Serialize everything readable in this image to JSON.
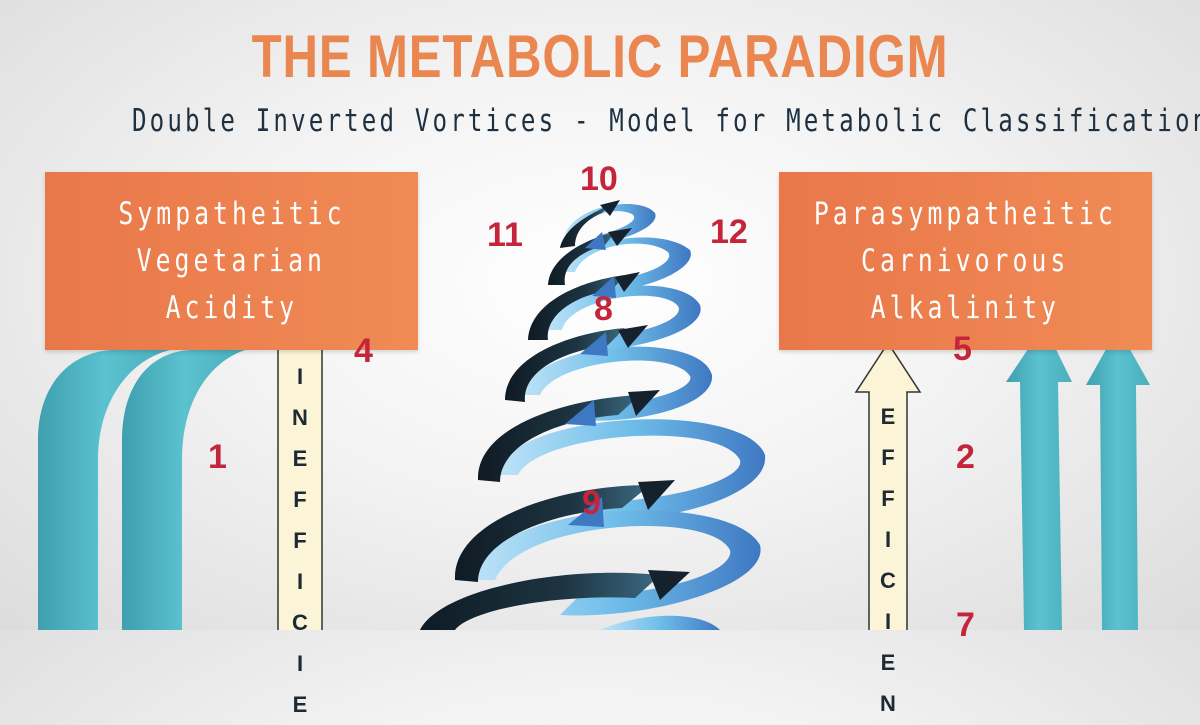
{
  "header": {
    "title": "THE METABOLIC PARADIGM",
    "subtitle": "Double Inverted Vortices - Model for Metabolic Classification"
  },
  "left_box": {
    "lines": [
      "Sympatheitic",
      "Vegetarian",
      "Acidity"
    ]
  },
  "right_box": {
    "lines": [
      "Parasympatheitic",
      "Carnivorous",
      "Alkalinity"
    ]
  },
  "inefficient_label": [
    "I",
    "N",
    "E",
    "F",
    "F",
    "I",
    "C",
    "I",
    "E"
  ],
  "efficient_label": [
    "E",
    "F",
    "F",
    "I",
    "C",
    "I",
    "E",
    "N"
  ],
  "numbers": {
    "n1": "1",
    "n2": "2",
    "n4": "4",
    "n5": "5",
    "n7": "7",
    "n8": "8",
    "n9": "9",
    "n10": "10",
    "n11": "11",
    "n12": "12"
  },
  "colors": {
    "title": "#ea8650",
    "subtitle": "#1f3140",
    "box": "#ee8350",
    "numbers": "#c4253a",
    "teal_arrow": "#4fb3c1",
    "cream_arrow": "#fbf4d6",
    "vortex_dark": "#15222d",
    "vortex_light": "#6fbde9",
    "vortex_blue": "#3f78c2"
  }
}
